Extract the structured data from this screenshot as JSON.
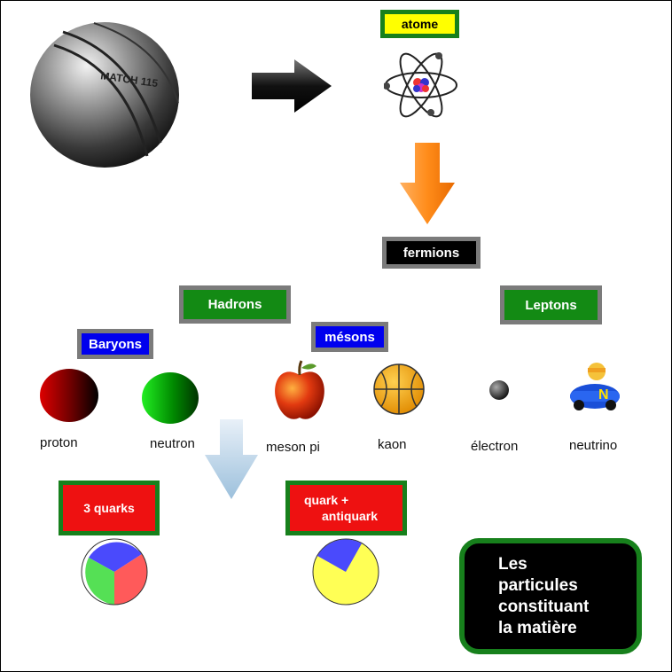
{
  "boxes": {
    "atome": "atome",
    "fermions": "fermions",
    "hadrons": "Hadrons",
    "leptons": "Leptons",
    "baryons": "Baryons",
    "mesons": "mésons",
    "three_quarks": "3 quarks",
    "quark_antiquark_line1": "quark +",
    "quark_antiquark_line2": "antiquark"
  },
  "particles": {
    "proton": "proton",
    "neutron": "neutron",
    "meson_pi": "meson pi",
    "kaon": "kaon",
    "electron": "électron",
    "neutrino": "neutrino"
  },
  "petanque_ball_text": "MATCH 115",
  "neutrino_car_letter": "N",
  "final_box_lines": [
    "Les",
    "particules",
    "constituant",
    "la matière"
  ],
  "colors": {
    "green_fill": "#138a14",
    "green_border": "#17801c",
    "gray_border": "#7b7b7b",
    "blue_fill": "#0000ee",
    "red_fill": "#ee1111",
    "yellow_fill": "#ffff00",
    "arrow_orange": "#ff8c1a",
    "arrow_light_blue": "#aac8e0"
  }
}
